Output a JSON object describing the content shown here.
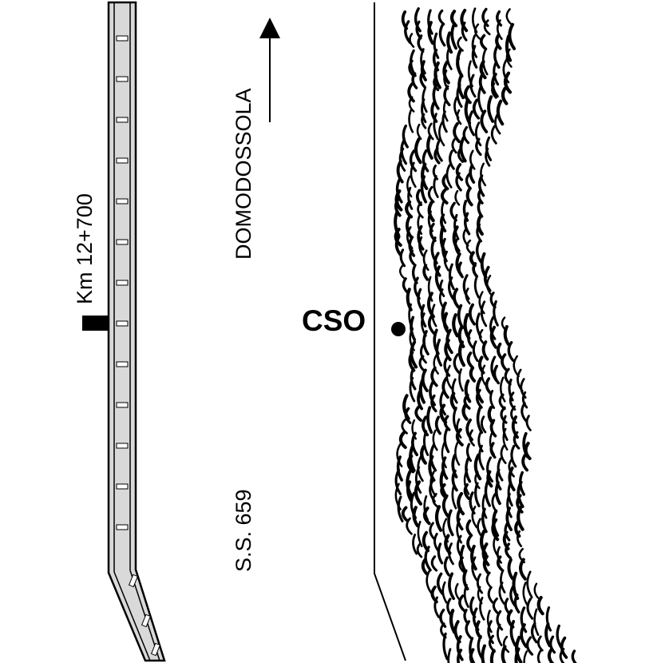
{
  "labels": {
    "km": "Km 12+700",
    "direction": "DOMODOSSOLA",
    "road": "S.S. 659",
    "station": "CSO"
  },
  "colors": {
    "ink": "#000000",
    "wall_fill": "#d9d9d9",
    "background": "#ffffff"
  },
  "icons": [
    "north-arrow-icon",
    "station-marker-icon",
    "km-marker-icon",
    "slope-hachure"
  ]
}
